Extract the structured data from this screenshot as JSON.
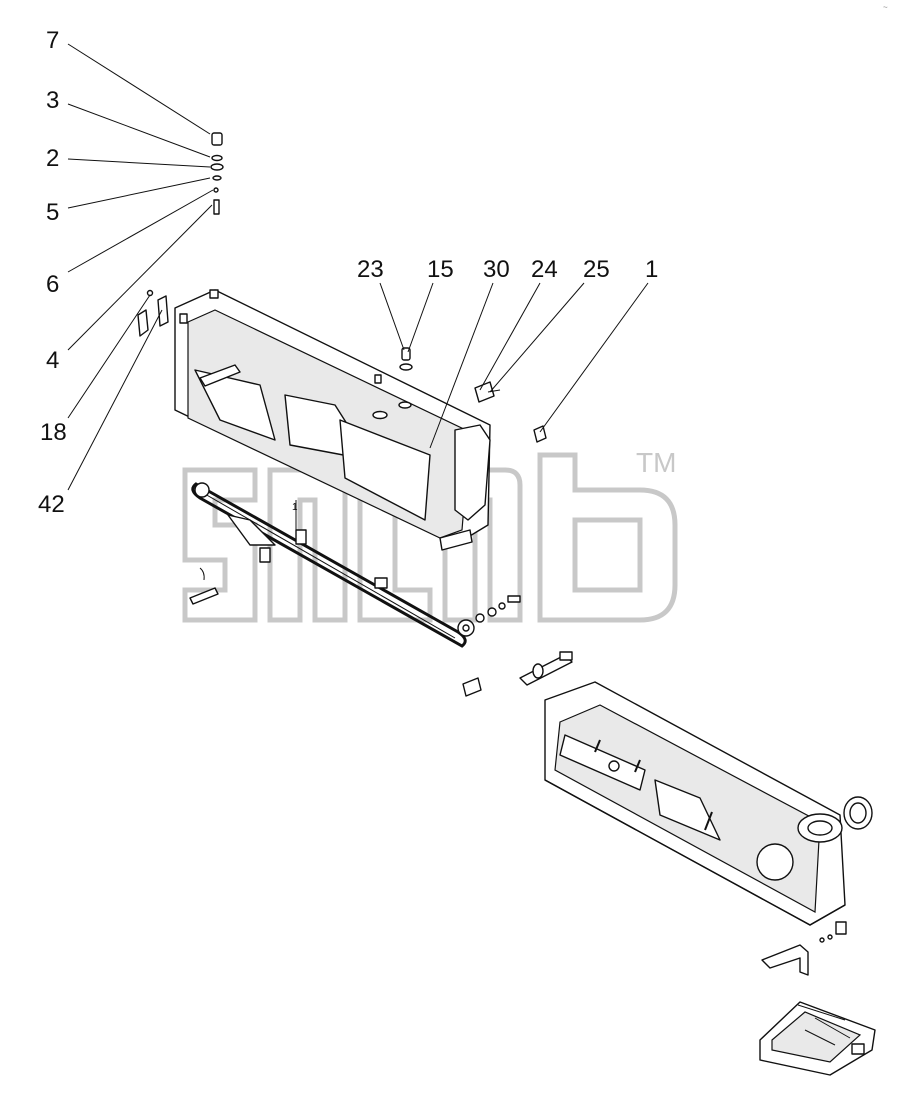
{
  "diagram": {
    "callouts": [
      {
        "id": "7",
        "label": "7"
      },
      {
        "id": "3",
        "label": "3"
      },
      {
        "id": "2",
        "label": "2"
      },
      {
        "id": "5",
        "label": "5"
      },
      {
        "id": "6",
        "label": "6"
      },
      {
        "id": "4",
        "label": "4"
      },
      {
        "id": "18",
        "label": "18"
      },
      {
        "id": "42",
        "label": "42"
      },
      {
        "id": "23",
        "label": "23"
      },
      {
        "id": "15",
        "label": "15"
      },
      {
        "id": "30",
        "label": "30"
      },
      {
        "id": "24",
        "label": "24"
      },
      {
        "id": "25",
        "label": "25"
      },
      {
        "id": "1",
        "label": "1"
      }
    ],
    "small_label": "1",
    "watermark": {
      "trademark": "TM"
    },
    "corner_mark": "~"
  }
}
